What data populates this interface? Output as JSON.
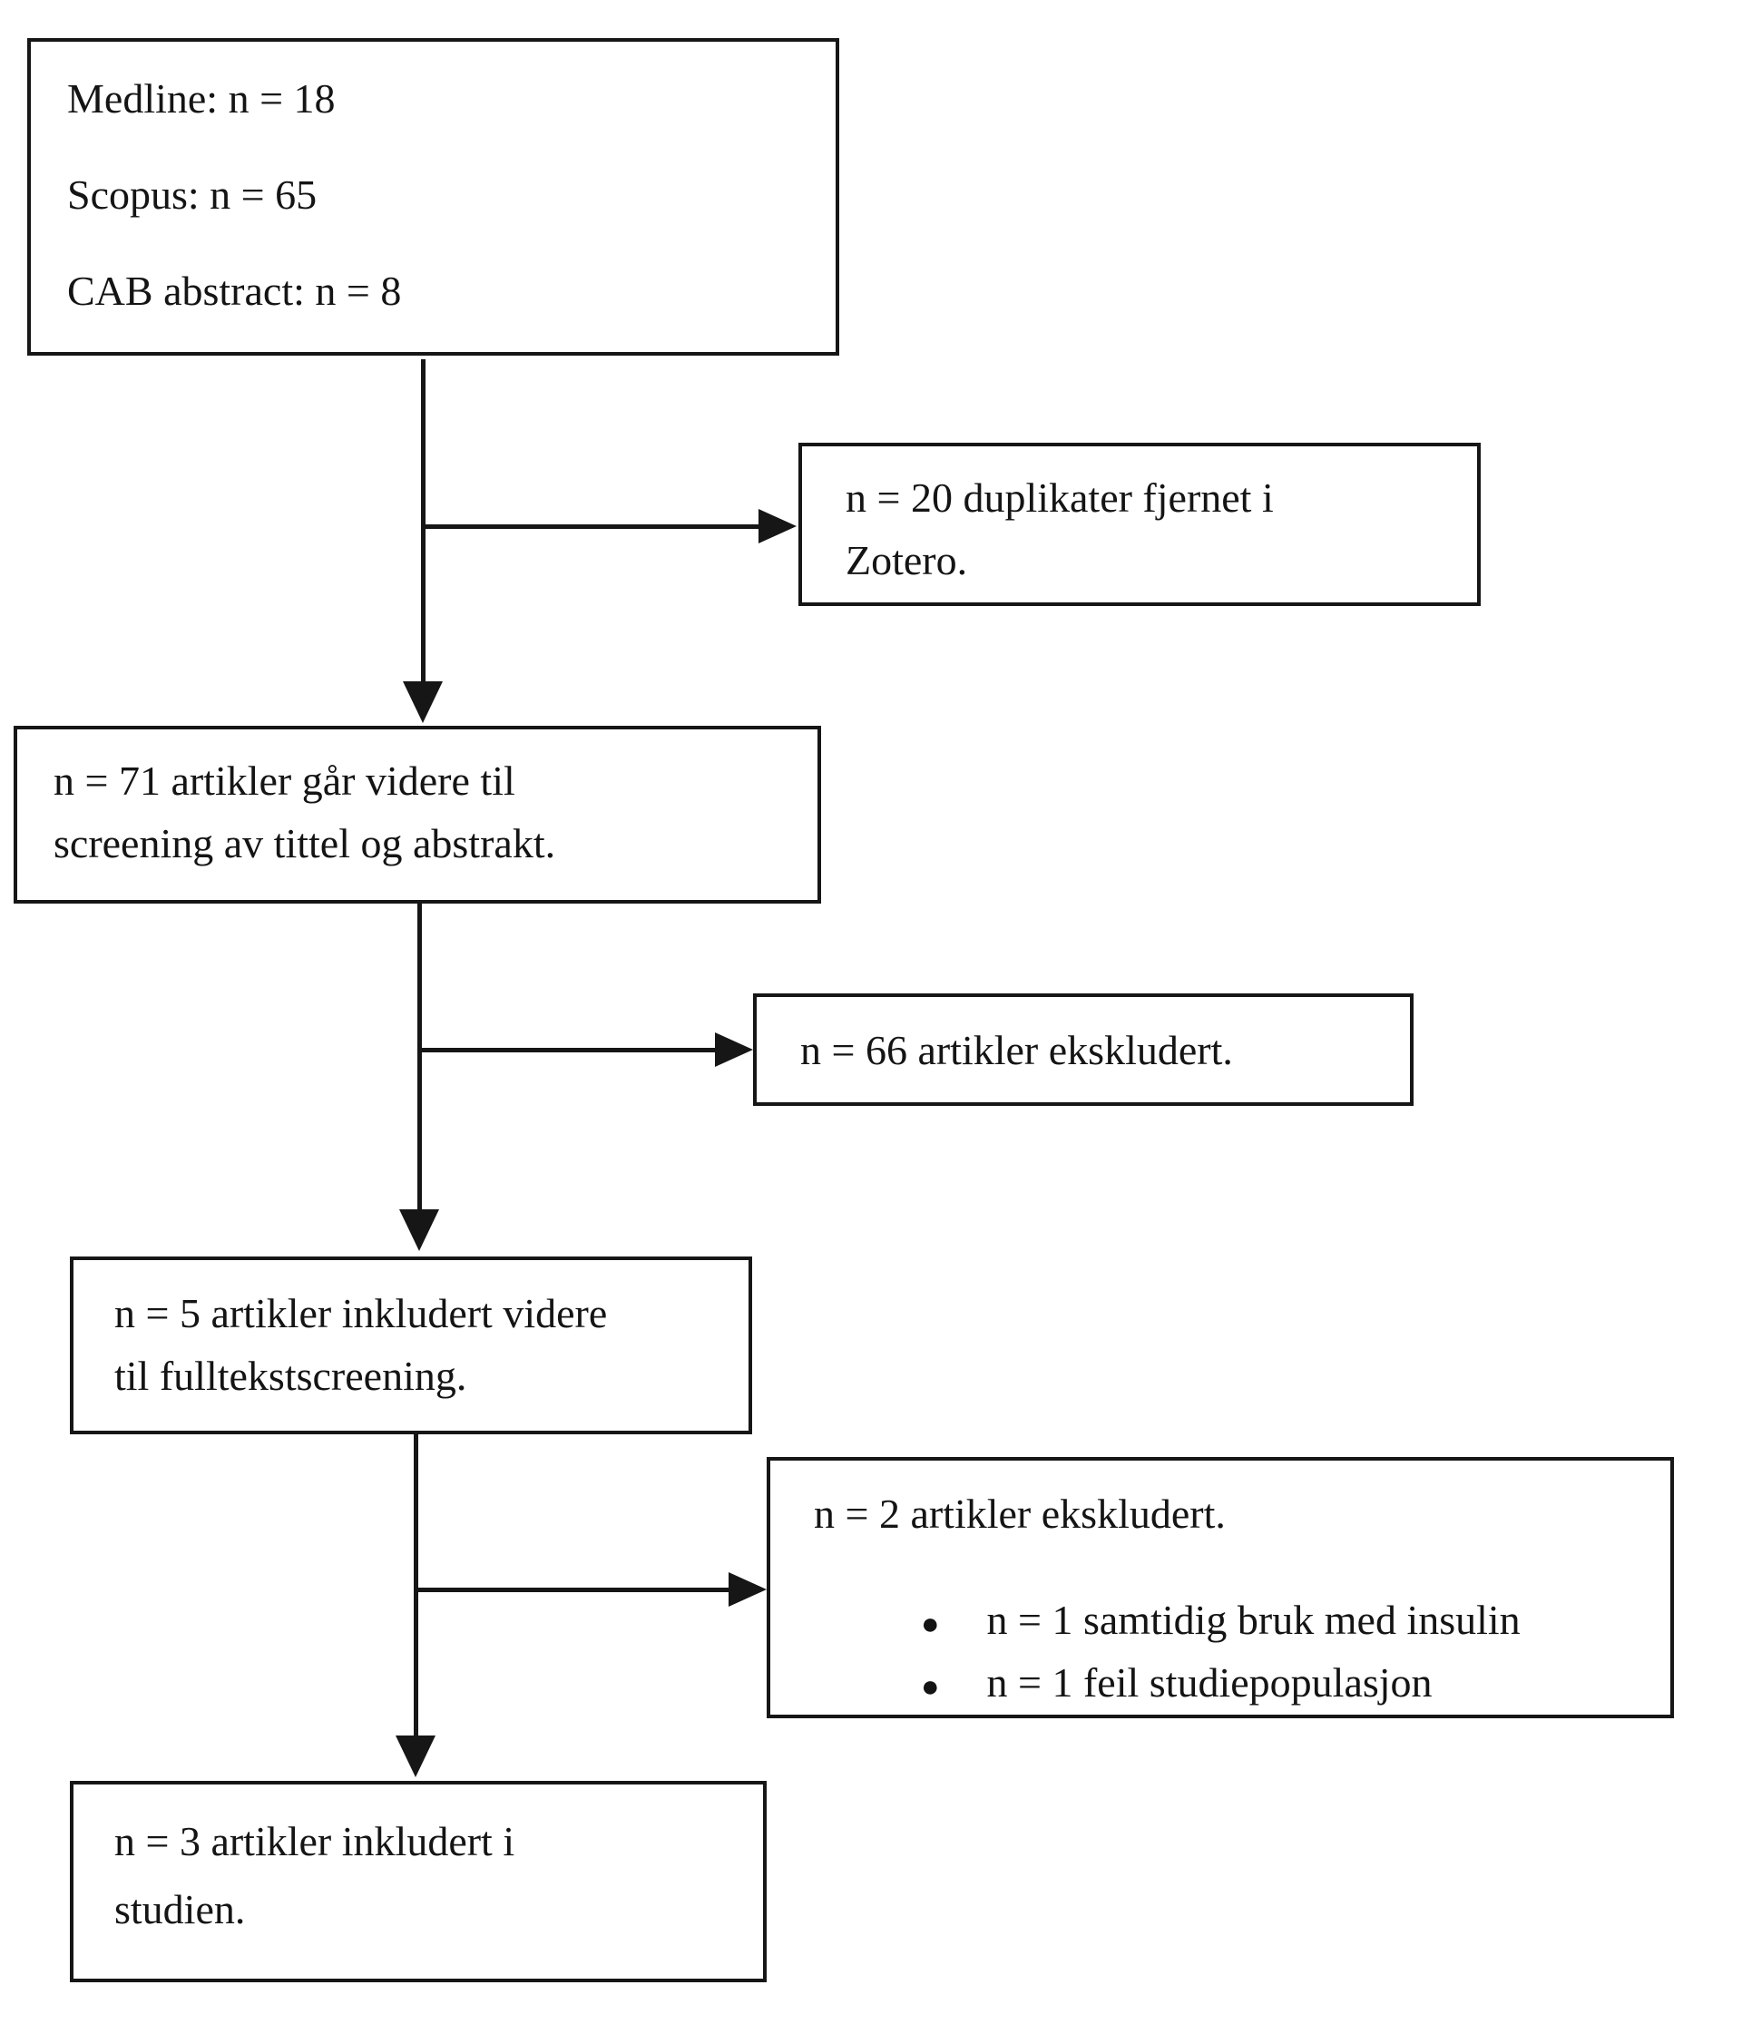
{
  "flow": {
    "sources_box": {
      "lines": [
        "Medline: n = 18",
        "Scopus: n = 65",
        "CAB abstract: n = 8"
      ]
    },
    "duplicates_box": {
      "lines": [
        "n = 20 duplikater fjernet i",
        "Zotero."
      ]
    },
    "title_abstract_screening_box": {
      "lines": [
        "n = 71 artikler går videre til",
        "screening av tittel og abstrakt."
      ]
    },
    "excluded_screening_box": {
      "lines": [
        "n = 66 artikler ekskludert."
      ]
    },
    "fulltext_screening_box": {
      "lines": [
        "n = 5 artikler inkludert videre",
        "til fulltekstscreening."
      ]
    },
    "excluded_fulltext_box": {
      "title": "n = 2 artikler ekskludert.",
      "bullet_glyph": "●",
      "bullets": [
        "n = 1 samtidig bruk med insulin",
        "n = 1 feil studiepopulasjon"
      ]
    },
    "included_box": {
      "lines": [
        "n = 3 artikler inkludert i",
        "studien."
      ]
    },
    "colors": {
      "border": "#161616",
      "connector_line": "#161616",
      "text": "#141414",
      "background": "#ffffff"
    }
  }
}
